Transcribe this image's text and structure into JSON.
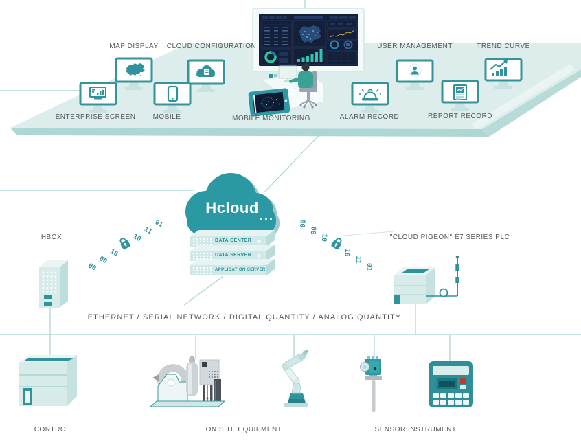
{
  "colors": {
    "accent": "#2f939b",
    "cloud": "#2b99a3",
    "floor": "#dcedec",
    "floor_edge": "#aed6d4",
    "screen_navy": "#141f39",
    "line": "#a6d3d2",
    "label_text": "#54585b",
    "device_light": "#d7ebe9",
    "red_button": "#c0392f"
  },
  "labels": {
    "map_display": "MAP DISPLAY",
    "cloud_configuration": "CLOUD CONFIGURATION",
    "enterprise_screen": "ENTERPRISE SCREEN",
    "mobile": "MOBILE",
    "mobile_monitoring": "MOBILE MONITORING",
    "user_management": "USER MANAGEMENT",
    "trend_curve": "TREND CURVE",
    "alarm_record": "ALARM RECORD",
    "report_record": "REPORT RECORD",
    "hbox": "HBOX",
    "plc": "\"CLOUD PIGEON\" E7 SERIES PLC",
    "network_bus": "ETHERNET  /  SERIAL NETWORK  /  DIGITAL QUANTITY  /  ANALOG QUANTITY",
    "control": "CONTROL",
    "on_site_equipment": "ON SITE EQUIPMENT",
    "sensor_instrument": "SENSOR INSTRUMENT"
  },
  "cloud": {
    "name": "Hcloud",
    "ellipsis": "...",
    "servers": [
      "DATA CENTER",
      "DATA SERVER",
      "APPLICATION SERVER"
    ]
  },
  "encryption": {
    "left_bits": [
      "00",
      "00",
      "10",
      "10",
      "11",
      "01"
    ],
    "right_bits": [
      "00",
      "00",
      "10",
      "10",
      "11",
      "01"
    ]
  }
}
